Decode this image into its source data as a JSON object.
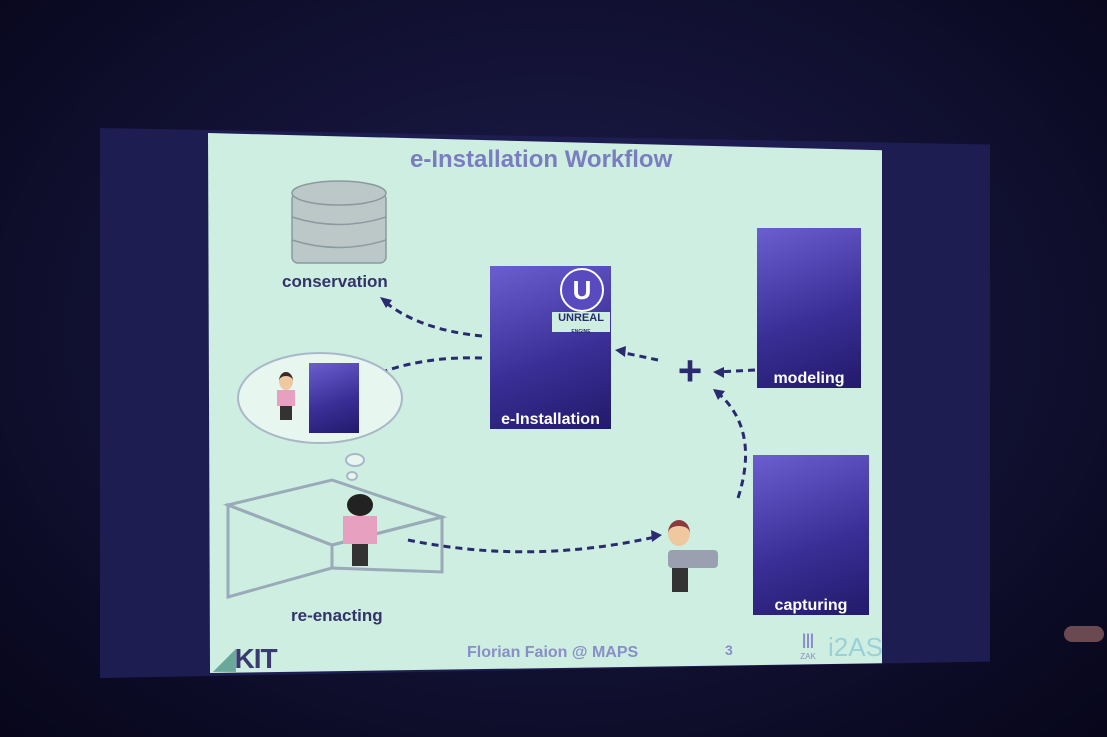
{
  "slide": {
    "title": "e-Installation Workflow",
    "nodes": {
      "conservation": "conservation",
      "e_installation": "e-Installation",
      "unreal_logo": "UNREAL",
      "unreal_sub": "ENGINE",
      "modeling": "modeling",
      "capturing": "capturing",
      "re_enacting": "re-enacting",
      "plus": "+"
    },
    "footer": {
      "logo_left": "KIT",
      "author": "Florian Faion @ MAPS",
      "page": "3",
      "logo_zak": "ZAK",
      "logo_ias": "i2AS"
    }
  },
  "colors": {
    "slide_bg": "#cdeee0",
    "title": "#7a7ec0",
    "arrow": "#2a2a70",
    "image": "#4a3fb0"
  }
}
